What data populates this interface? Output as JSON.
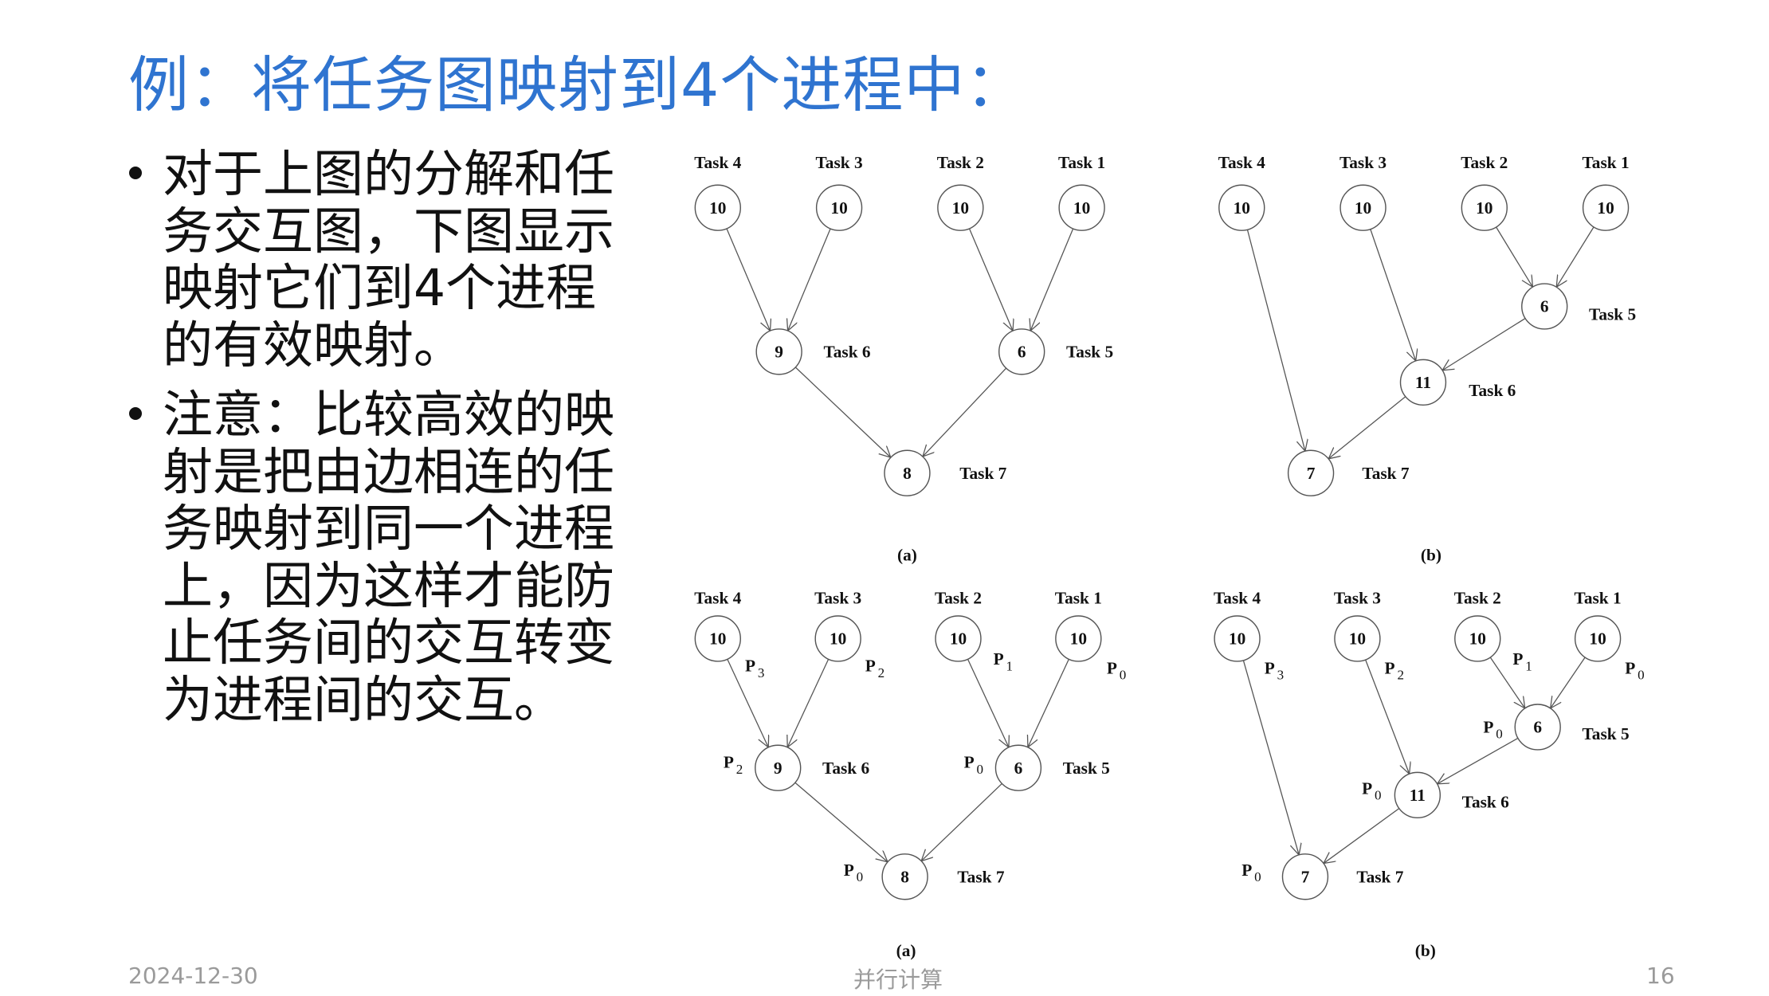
{
  "title": "例：将任务图映射到4个进程中：",
  "bullets": [
    {
      "lines": [
        "对于上图的分解和任",
        "务交互图，下图显示",
        "映射它们到4个进程",
        "的有效映射。"
      ]
    },
    {
      "lines": [
        "注意：比较高效的映",
        "射是把由边相连的任",
        "务映射到同一个进程",
        "上，因为这样才能防",
        "止任务间的交互转变",
        "为进程间的交互。"
      ]
    }
  ],
  "footer": {
    "date": "2024-12-30",
    "course": "并行计算",
    "page": "16"
  },
  "diagrams": [
    {
      "caption": "(a)",
      "nodes": [
        {
          "task": "Task 4",
          "weight": "10"
        },
        {
          "task": "Task 3",
          "weight": "10"
        },
        {
          "task": "Task 2",
          "weight": "10"
        },
        {
          "task": "Task 1",
          "weight": "10"
        },
        {
          "task": "Task 6",
          "weight": "9"
        },
        {
          "task": "Task 5",
          "weight": "6"
        },
        {
          "task": "Task 7",
          "weight": "8"
        }
      ],
      "edges": [
        [
          "Task 4",
          "Task 6"
        ],
        [
          "Task 3",
          "Task 6"
        ],
        [
          "Task 2",
          "Task 5"
        ],
        [
          "Task 1",
          "Task 5"
        ],
        [
          "Task 6",
          "Task 7"
        ],
        [
          "Task 5",
          "Task 7"
        ]
      ]
    },
    {
      "caption": "(b)",
      "nodes": [
        {
          "task": "Task 4",
          "weight": "10"
        },
        {
          "task": "Task 3",
          "weight": "10"
        },
        {
          "task": "Task 2",
          "weight": "10"
        },
        {
          "task": "Task 1",
          "weight": "10"
        },
        {
          "task": "Task 5",
          "weight": "6"
        },
        {
          "task": "Task 6",
          "weight": "11"
        },
        {
          "task": "Task 7",
          "weight": "7"
        }
      ],
      "edges": [
        [
          "Task 4",
          "Task 7"
        ],
        [
          "Task 3",
          "Task 6"
        ],
        [
          "Task 2",
          "Task 5"
        ],
        [
          "Task 1",
          "Task 5"
        ],
        [
          "Task 5",
          "Task 6"
        ],
        [
          "Task 6",
          "Task 7"
        ]
      ]
    },
    {
      "caption": "(a)",
      "nodes": [
        {
          "task": "Task 4",
          "weight": "10",
          "processor": "P3"
        },
        {
          "task": "Task 3",
          "weight": "10",
          "processor": "P2"
        },
        {
          "task": "Task 2",
          "weight": "10",
          "processor": "P1"
        },
        {
          "task": "Task 1",
          "weight": "10",
          "processor": "P0"
        },
        {
          "task": "Task 6",
          "weight": "9",
          "processor": "P2"
        },
        {
          "task": "Task 5",
          "weight": "6",
          "processor": "P0"
        },
        {
          "task": "Task 7",
          "weight": "8",
          "processor": "P0"
        }
      ],
      "edges": [
        [
          "Task 4",
          "Task 6"
        ],
        [
          "Task 3",
          "Task 6"
        ],
        [
          "Task 2",
          "Task 5"
        ],
        [
          "Task 1",
          "Task 5"
        ],
        [
          "Task 6",
          "Task 7"
        ],
        [
          "Task 5",
          "Task 7"
        ]
      ]
    },
    {
      "caption": "(b)",
      "nodes": [
        {
          "task": "Task 4",
          "weight": "10",
          "processor": "P3"
        },
        {
          "task": "Task 3",
          "weight": "10",
          "processor": "P2"
        },
        {
          "task": "Task 2",
          "weight": "10",
          "processor": "P1"
        },
        {
          "task": "Task 1",
          "weight": "10",
          "processor": "P0"
        },
        {
          "task": "Task 5",
          "weight": "6",
          "processor": "P0"
        },
        {
          "task": "Task 6",
          "weight": "11",
          "processor": "P0"
        },
        {
          "task": "Task 7",
          "weight": "7",
          "processor": "P0"
        }
      ],
      "edges": [
        [
          "Task 4",
          "Task 7"
        ],
        [
          "Task 3",
          "Task 6"
        ],
        [
          "Task 2",
          "Task 5"
        ],
        [
          "Task 1",
          "Task 5"
        ],
        [
          "Task 5",
          "Task 6"
        ],
        [
          "Task 6",
          "Task 7"
        ]
      ]
    }
  ]
}
